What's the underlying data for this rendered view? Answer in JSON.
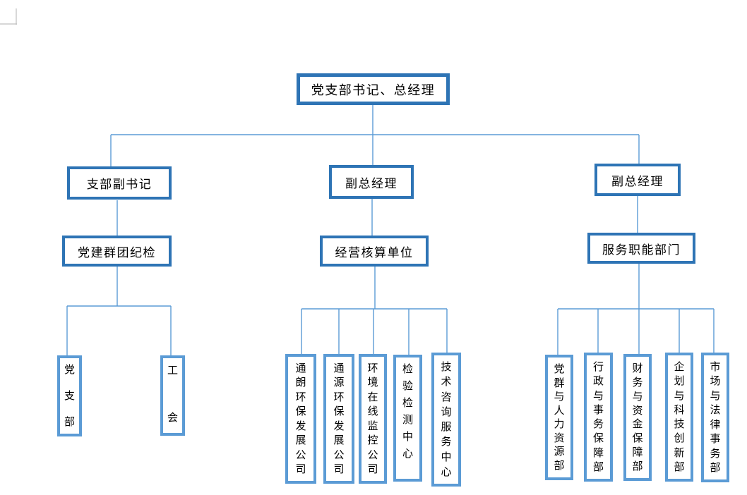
{
  "colors": {
    "border_dark": "#2E74B5",
    "border_light": "#5B9BD5",
    "connector": "#5B9BD5",
    "margin_mark": "#BFBFBF",
    "text": "#000000"
  },
  "org_chart": {
    "root": {
      "label": "党支部书记、总经理"
    },
    "branches": [
      {
        "manager": "支部副书记",
        "division": "党建群团纪检",
        "units": [
          "党支部",
          "工会"
        ]
      },
      {
        "manager": "副总经理",
        "division": "经营核算单位",
        "units": [
          "通朗环保发展公司",
          "通源环保发展公司",
          "环境在线监控公司",
          "检验检测中心",
          "技术咨询服务中心"
        ]
      },
      {
        "manager": "副总经理",
        "division": "服务职能部门",
        "units": [
          "党群与人力资源部",
          "行政与事务保障部",
          "财务与资金保障部",
          "企划与科技创新部",
          "市场与法律事务部"
        ]
      }
    ]
  }
}
